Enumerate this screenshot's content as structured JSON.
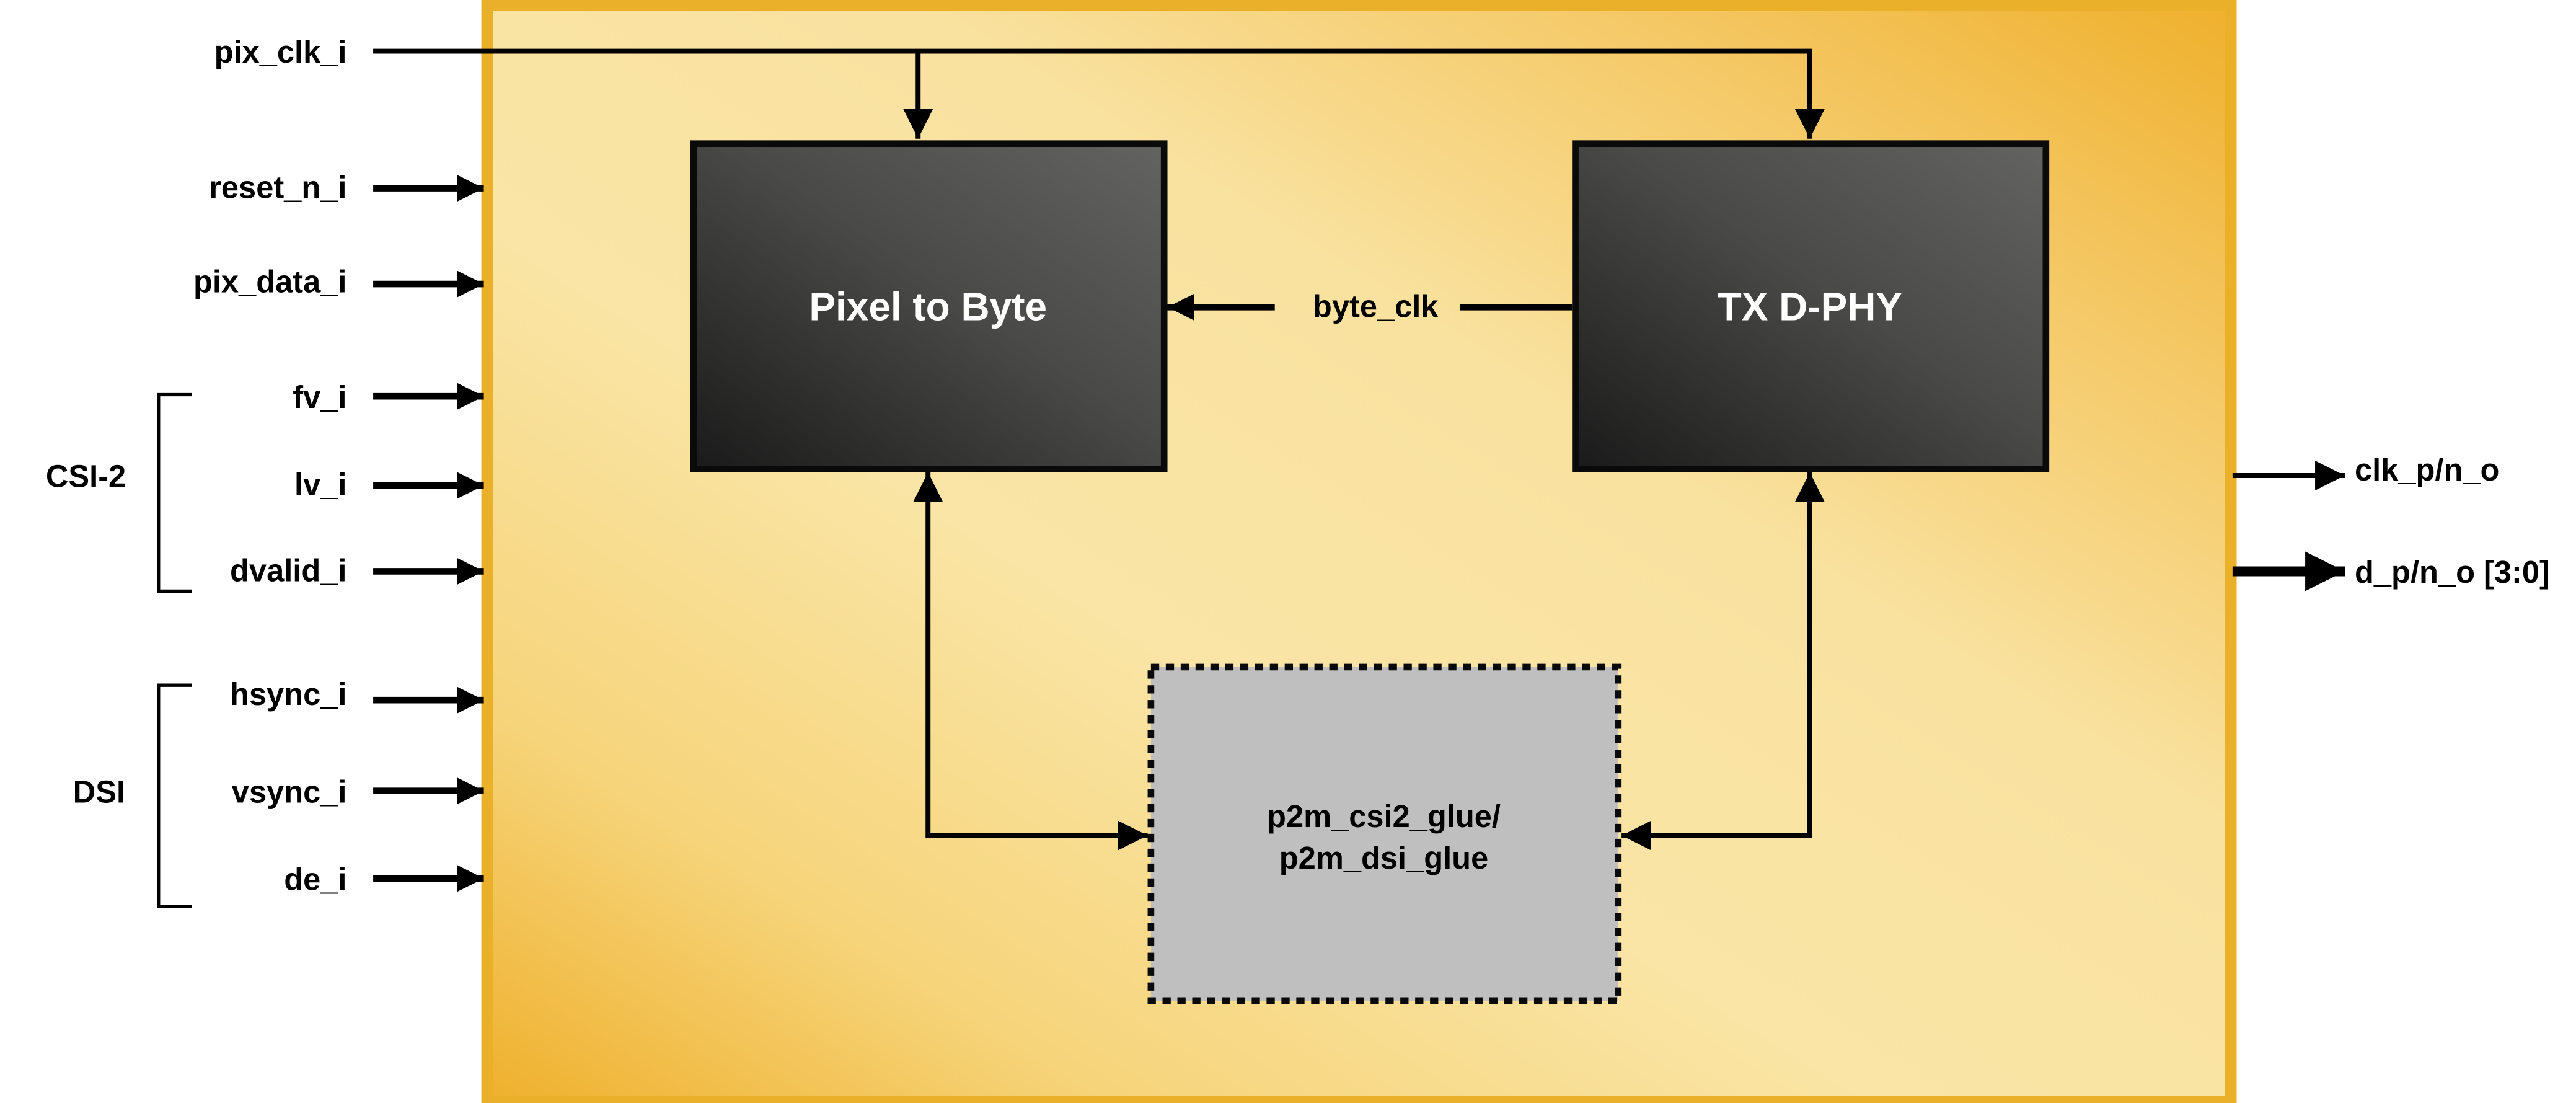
{
  "colors": {
    "frame_border": "#ebb02a",
    "frame_light": "#fae5a6",
    "frame_dark": "#efb02c",
    "block_dark": "#1c1c1c",
    "block_light": "#626260",
    "glue_fill": "#bfbfbf",
    "wire": "#000000"
  },
  "inputs": {
    "pix_clk": "pix_clk_i",
    "reset_n": "reset_n_i",
    "pix_data": "pix_data_i",
    "fv": "fv_i",
    "lv": "lv_i",
    "dvalid": "dvalid_i",
    "hsync": "hsync_i",
    "vsync": "vsync_i",
    "de": "de_i"
  },
  "groups": {
    "csi2": "CSI-2",
    "dsi": "DSI"
  },
  "outputs": {
    "clk": "clk_p/n_o",
    "data": "d_p/n_o [3:0]"
  },
  "blocks": {
    "pixel_to_byte": "Pixel to Byte",
    "tx_dphy": "TX D-PHY",
    "glue_line1": "p2m_csi2_glue/",
    "glue_line2": "p2m_dsi_glue"
  },
  "internal_signals": {
    "byte_clk": "byte_clk"
  }
}
